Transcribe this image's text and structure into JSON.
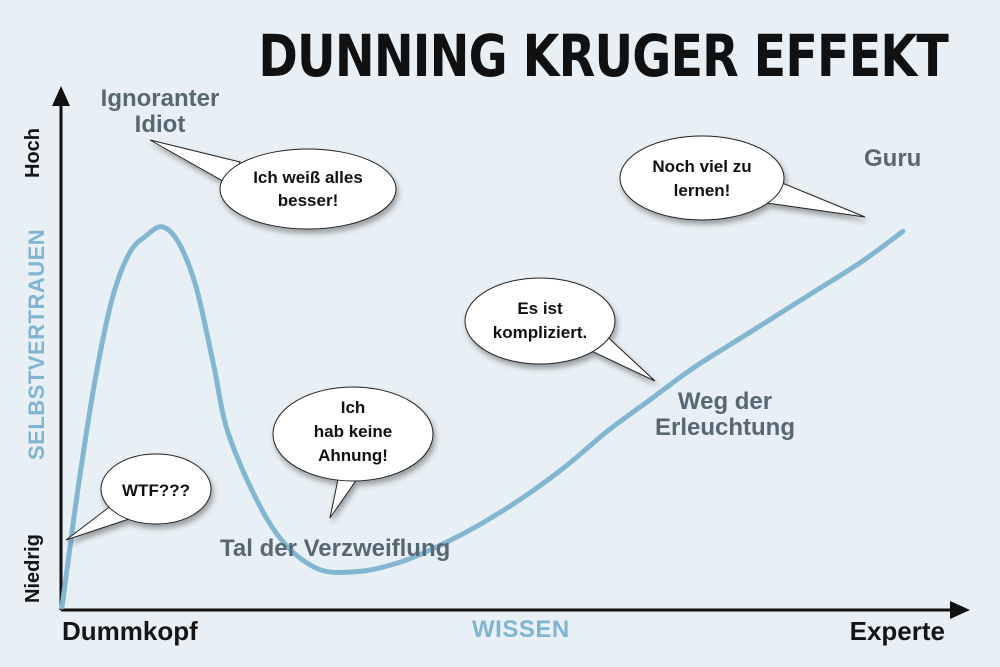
{
  "chart_data": {
    "type": "line",
    "title": "DUNNING KRUGER EFFEKT",
    "xlabel": "WISSEN",
    "ylabel": "SELBSTVERTRAUEN",
    "x_tick_labels": [
      "Dummkopf",
      "Experte"
    ],
    "y_tick_labels": [
      "Niedrig",
      "Hoch"
    ],
    "grid": false,
    "series": [
      {
        "x": [
          0,
          2,
          4,
          6,
          8,
          10,
          12,
          14,
          16,
          18,
          20,
          25,
          30,
          35,
          40,
          45,
          50,
          55,
          60,
          65,
          70,
          75,
          80,
          85,
          90,
          95,
          100
        ],
        "y": [
          0,
          28,
          52,
          70,
          80,
          84,
          86,
          82,
          72,
          55,
          38,
          18,
          9,
          8,
          10,
          14,
          19,
          25,
          32,
          40,
          47,
          54,
          60,
          66,
          72,
          78,
          85
        ]
      }
    ],
    "annotations": [
      {
        "label": "Ignoranter Idiot",
        "bubble": "Ich weiß alles besser!"
      },
      {
        "label": "",
        "bubble": "WTF???"
      },
      {
        "label": "Tal der Verzweiflung",
        "bubble": "Ich hab keine Ahnung!"
      },
      {
        "label": "Weg der Erleuchtung",
        "bubble": "Es ist kompliziert."
      },
      {
        "label": "Guru",
        "bubble": "Noch viel zu lernen!"
      }
    ]
  },
  "colors": {
    "curve": "#83b6d1",
    "axis": "#111111",
    "accent_text": "#7fb5d0",
    "label_text": "#586873",
    "background": "#e8f0f5"
  }
}
